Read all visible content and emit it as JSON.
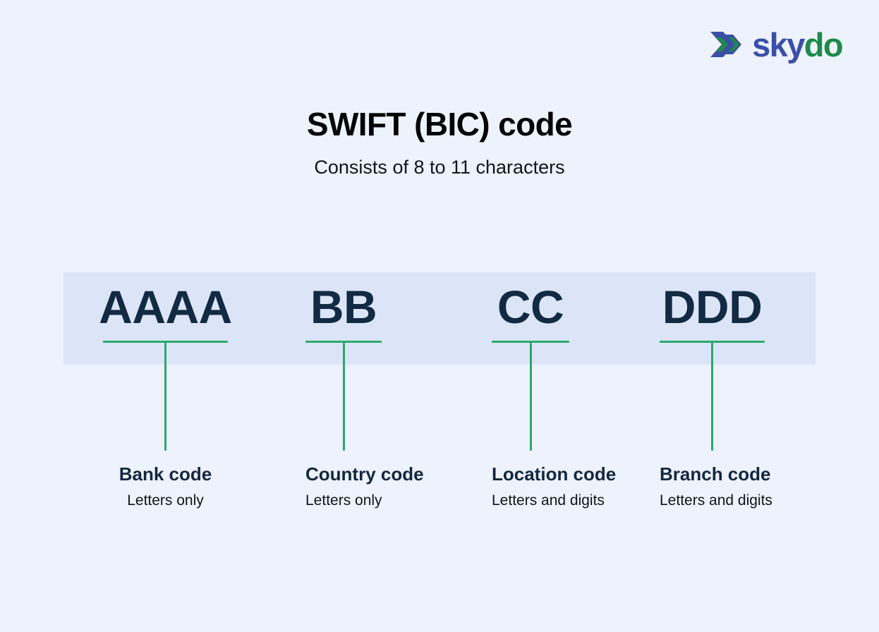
{
  "brand": {
    "mark_icon": "double-chevron-icon",
    "name_part1": "sky",
    "name_part2": "do",
    "color_blue": "#3b4fa8",
    "color_green": "#1d8a4a"
  },
  "heading": {
    "title": "SWIFT (BIC) code",
    "subtitle": "Consists of 8 to 11 characters"
  },
  "band": {
    "background": "#dce5f8",
    "page_background": "#eef2fd",
    "code_color": "#132a43",
    "connector_color": "#2aa86a"
  },
  "segments": [
    {
      "code": "AAAA",
      "label": "Bank code",
      "sublabel": "Letters only"
    },
    {
      "code": "BB",
      "label": "Country code",
      "sublabel": "Letters only"
    },
    {
      "code": "CC",
      "label": "Location code",
      "sublabel": "Letters and digits"
    },
    {
      "code": "DDD",
      "label": "Branch code",
      "sublabel": "Letters and digits"
    }
  ]
}
